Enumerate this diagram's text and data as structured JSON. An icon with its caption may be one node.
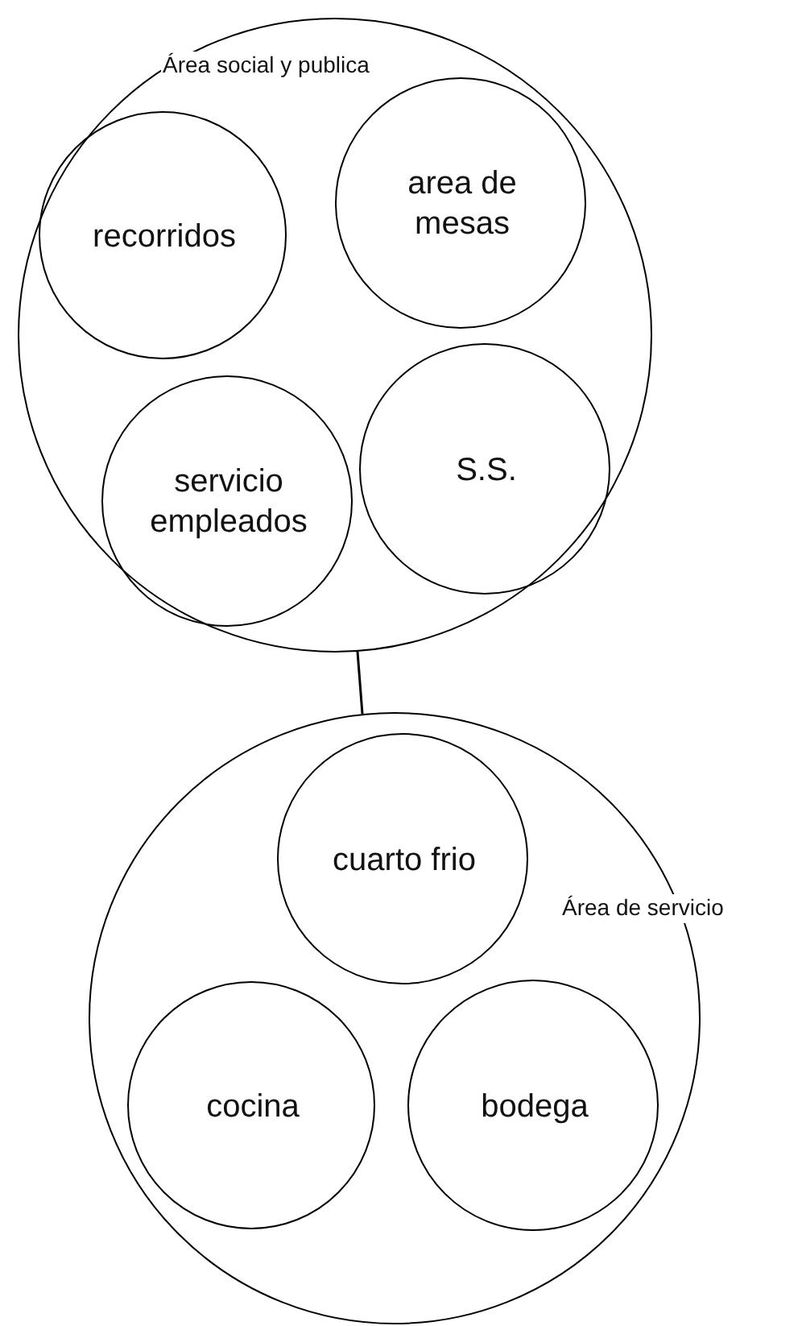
{
  "diagram": {
    "nodes": [
      {
        "text": [
          "Área social y publica"
        ]
      },
      {
        "text": [
          "recorridos"
        ],
        "in": 0
      },
      {
        "text": [
          "area de mesas"
        ],
        "in": 0
      },
      {
        "text": [
          "servicio empleados"
        ],
        "in": 0
      },
      {
        "text": [
          "S.S."
        ],
        "in": 0
      },
      {
        "text": [
          "Área de servicio"
        ]
      },
      {
        "text": [
          "cuarto frio"
        ],
        "in": 5
      },
      {
        "text": [
          "cocina"
        ],
        "in": 5
      },
      {
        "text": [
          "bodega"
        ],
        "in": 5
      }
    ],
    "edges": [
      {
        "from": 0,
        "to": 5,
        "arrow": "none"
      }
    ]
  }
}
